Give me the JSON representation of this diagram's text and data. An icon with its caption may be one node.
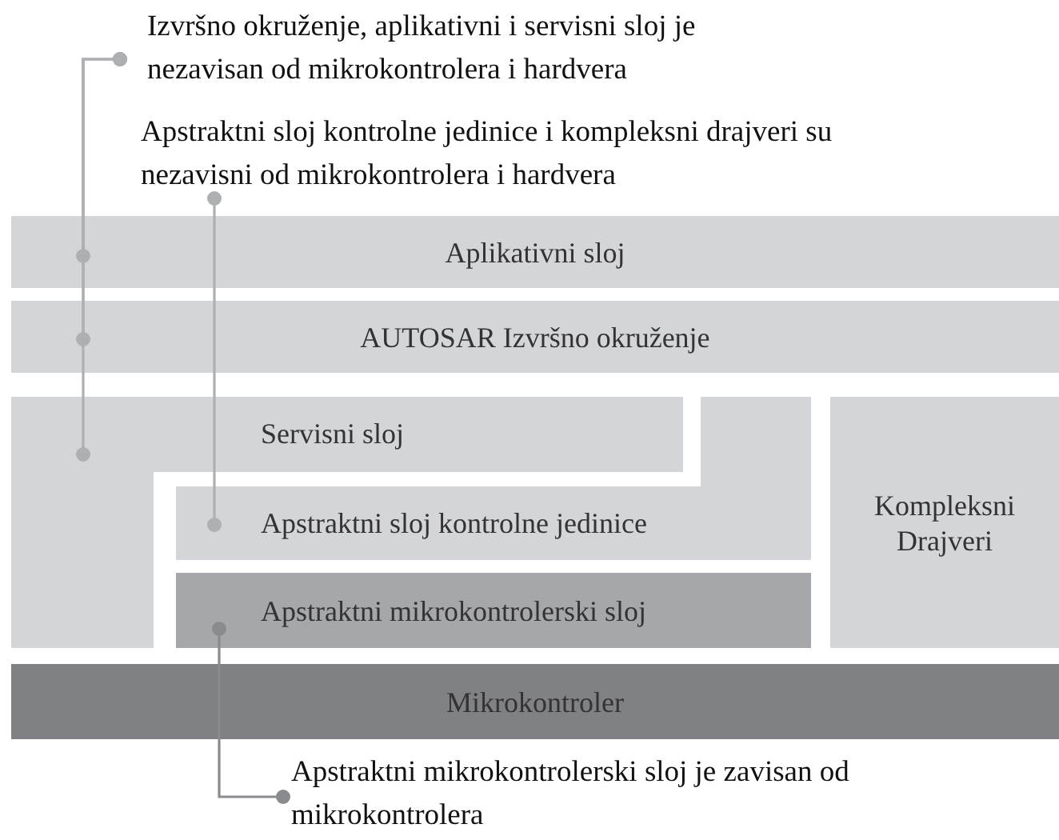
{
  "diagram": {
    "nodes": [
      {
        "text": [
          "Izvršno okruženje, aplikativni i servisni sloj je nezavisan od mikrokontrolera i hardvera"
        ]
      },
      {
        "text": [
          "Apstraktni sloj kontrolne jedinice i kompleksni drajveri su nezavisni od mikrokontrolera i hardvera"
        ]
      },
      {
        "text": [
          "Aplikativni sloj"
        ]
      },
      {
        "text": [
          "AUTOSAR Izvršno okruženje"
        ]
      },
      {
        "text": [
          "Servisni sloj"
        ]
      },
      {
        "text": [
          "Apstraktni sloj kontrolne jedinice"
        ]
      },
      {
        "text": [
          "Kompleksni Drajveri"
        ]
      },
      {
        "text": [
          "Apstraktni mikrokontrolerski sloj"
        ]
      },
      {
        "text": [
          "Mikrokontroler"
        ]
      },
      {
        "text": [
          "Apstraktni mikrokontrolerski sloj je zavisan od mikrokontrolera"
        ]
      }
    ],
    "edges": [
      {
        "from": 0,
        "to": 2,
        "arrow": "other"
      },
      {
        "from": 0,
        "to": 3,
        "arrow": "other"
      },
      {
        "from": 0,
        "to": 4,
        "arrow": "other"
      },
      {
        "from": 1,
        "to": 5,
        "arrow": "other"
      },
      {
        "from": 9,
        "to": 7,
        "arrow": "other"
      }
    ]
  }
}
